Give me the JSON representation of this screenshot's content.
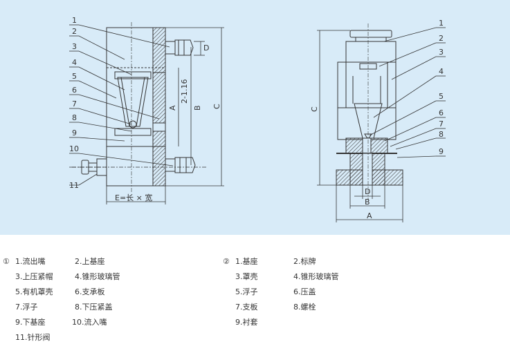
{
  "left_figure": {
    "callouts": [
      "1",
      "2",
      "3",
      "4",
      "5",
      "6",
      "7",
      "8",
      "9",
      "10",
      "11"
    ],
    "dimensions": {
      "D": "D",
      "thread": "2-1.16",
      "A": "A",
      "B": "B",
      "C": "C",
      "E": "E=长 × 宽"
    }
  },
  "right_figure": {
    "callouts": [
      "1",
      "2",
      "3",
      "4",
      "5",
      "6",
      "7",
      "8",
      "9"
    ],
    "dimensions": {
      "C": "C",
      "D": "D",
      "B": "B",
      "A": "A"
    }
  },
  "legend": {
    "group1": {
      "marker": "①",
      "items": [
        "1.流出嘴",
        "2.上基座",
        "3.上压紧帽",
        "4.锥形玻璃管",
        "5.有机罩壳",
        "6.支承板",
        "7.浮子",
        "8.下压紧盖",
        "9.下基座",
        "10.流入嘴",
        "11.针形阀"
      ]
    },
    "group2": {
      "marker": "②",
      "items": [
        "1.基座",
        "2.标牌",
        "3.罩壳",
        "4.锥形玻璃管",
        "5.浮子",
        "6.压盖",
        "7.支板",
        "8.螺栓",
        "9.衬套"
      ]
    }
  },
  "colors": {
    "panel": "#d8ebf8",
    "line": "#333333",
    "hatch": "#555555"
  }
}
